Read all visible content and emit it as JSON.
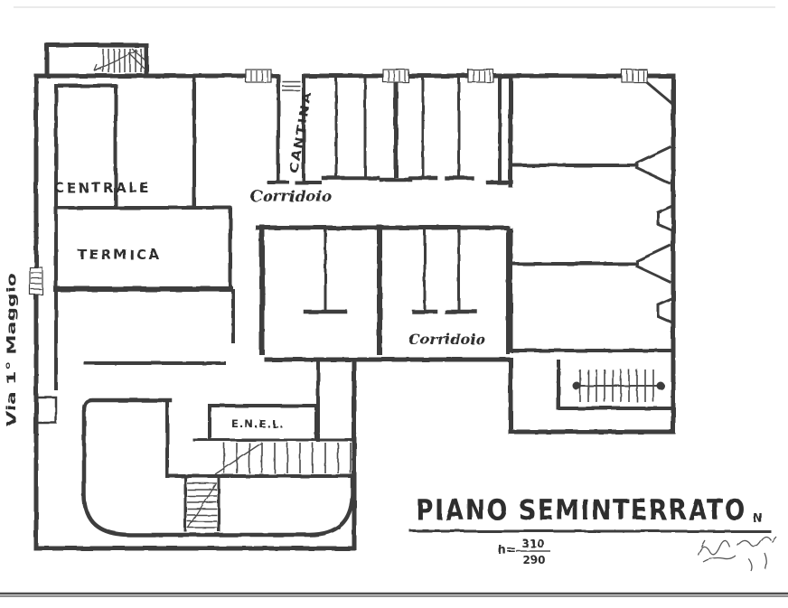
{
  "plan": {
    "street_label": "Via 1° Maggio",
    "labels": {
      "centrale": "CENTRALE",
      "termica": "TERMICA",
      "cantina": "CANTINA",
      "corridoio_upper": "Corridoio",
      "corridoio_lower": "Corridoio",
      "enel": "E.N.E.L."
    },
    "title": {
      "text": "PIANO SEMINTERRATO",
      "suffix": "N"
    },
    "height_note": {
      "prefix": "h=",
      "numerator": "310",
      "denominator": "290"
    },
    "colors": {
      "ink": "#3d3d3d",
      "paper": "#ffffff",
      "scan_line": "#474747"
    }
  }
}
